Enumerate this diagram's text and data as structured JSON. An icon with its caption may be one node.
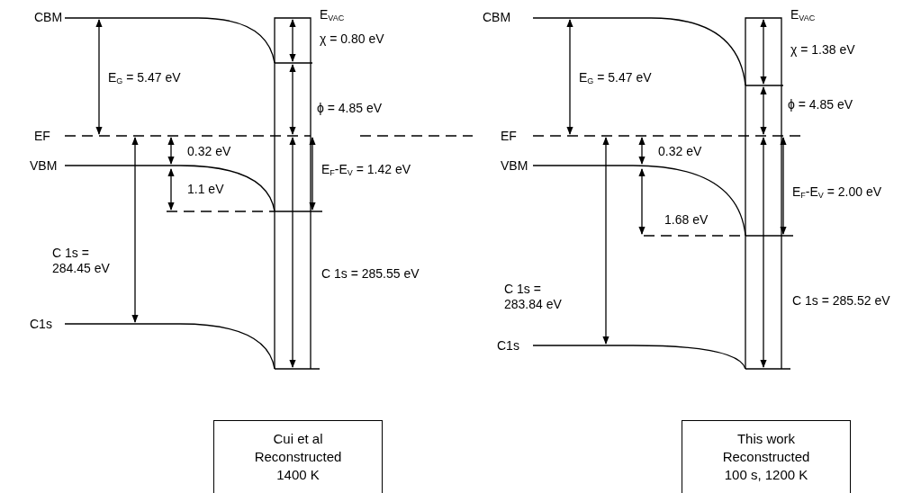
{
  "diagram": {
    "nodes": [
      {
        "text": [
          "Cui et al Reconstructed 1400 K"
        ]
      },
      {
        "text": [
          "This work Reconstructed 100 s, 1200 K"
        ]
      }
    ],
    "edges": [],
    "labels": [
      "CBM",
      "E$_{VAC}$",
      "χ = 0.80 eV",
      "E$_{G}$ = 5.47 eV",
      "ϕ = 4.85 eV",
      "EF",
      "0.32 eV",
      "VBM",
      "E$_{F}$-E$_{V}$ = 1.42 eV",
      "1.1 eV",
      "C 1s = 284.45 eV",
      "C 1s = 285.55 eV",
      "C1s",
      "CBM",
      "E$_{VAC}$",
      "χ = 1.38 eV",
      "E$_{G}$ = 5.47 eV",
      "ϕ = 4.85 eV",
      "EF",
      "0.32 eV",
      "VBM",
      "E$_{F}$-E$_{V}$ = 2.00 eV",
      "1.68 eV",
      "C 1s = 283.84 eV",
      "C 1s = 285.52 eV",
      "C1s"
    ]
  }
}
